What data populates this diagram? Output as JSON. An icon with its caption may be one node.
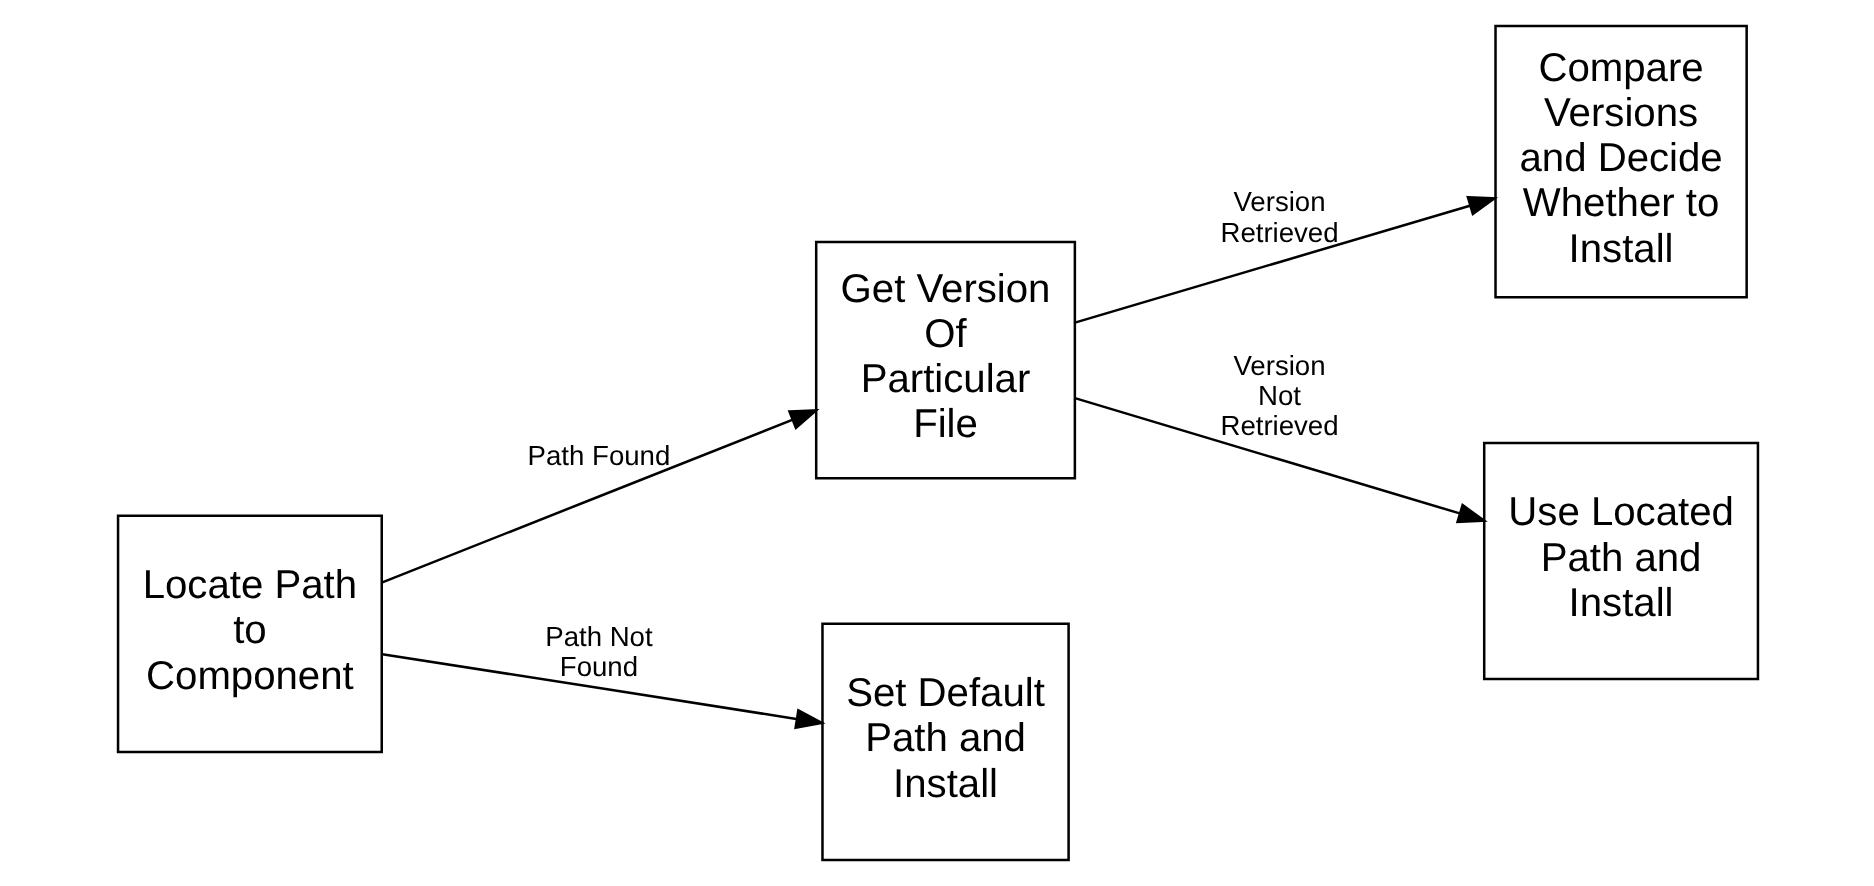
{
  "diagram": {
    "nodes": [
      {
        "text": [
          "Locate Path to Component"
        ]
      },
      {
        "text": [
          "Get Version Of Particular File"
        ]
      },
      {
        "text": [
          "Set Default Path and Install"
        ]
      },
      {
        "text": [
          "Compare Versions and Decide Whether to Install"
        ]
      },
      {
        "text": [
          "Use Located Path and Install"
        ]
      }
    ],
    "edges": [
      {
        "from": 0,
        "to": 1,
        "arrow": "to",
        "label": "Path Found"
      },
      {
        "from": 0,
        "to": 2,
        "arrow": "to",
        "label": "Path Not Found"
      },
      {
        "from": 1,
        "to": 3,
        "arrow": "to",
        "label": "Version Retrieved"
      },
      {
        "from": 1,
        "to": 4,
        "arrow": "to",
        "label": "Version Not Retrieved"
      }
    ]
  }
}
